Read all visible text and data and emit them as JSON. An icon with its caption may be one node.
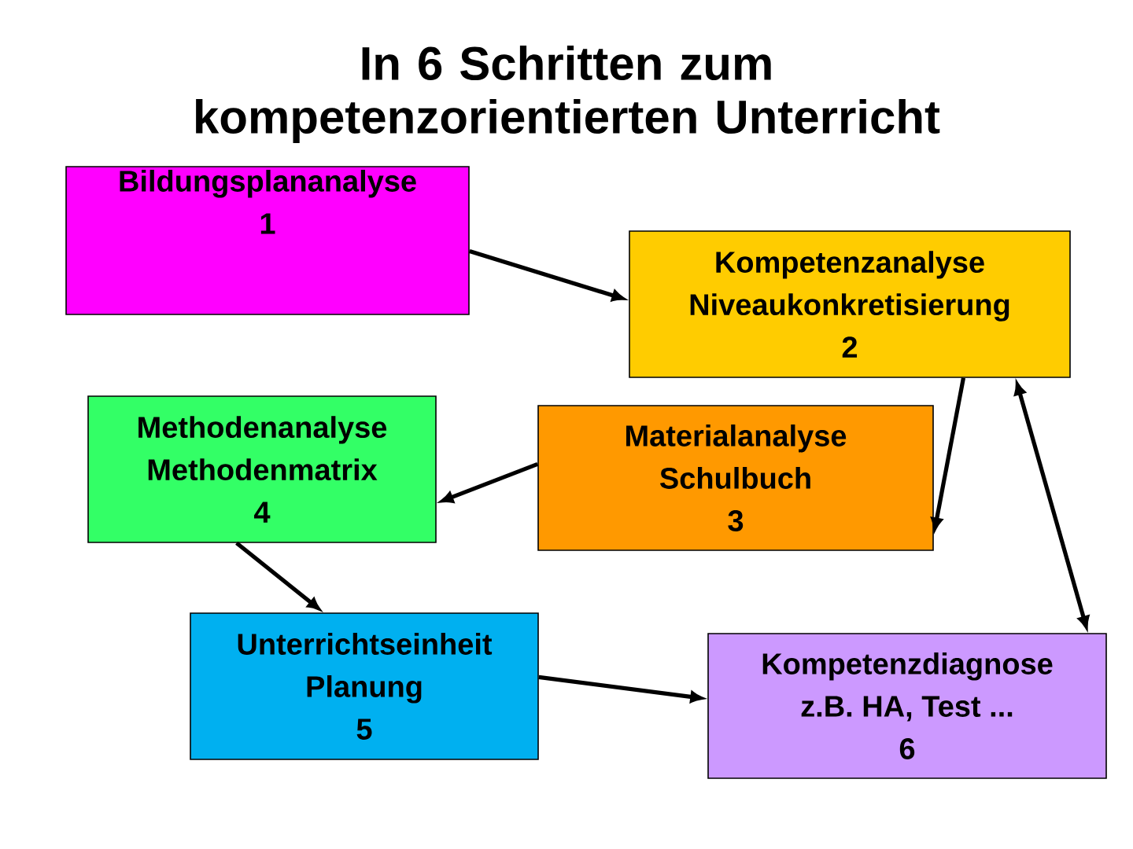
{
  "diagram": {
    "title": "In 6 Schritten zum kompetenzorientierten Unterricht",
    "nodes": [
      {
        "text": [
          "Bildungsplananalyse",
          "1"
        ]
      },
      {
        "text": [
          "Kompetenzanalyse",
          "Niveaukonkretisierung",
          "2"
        ]
      },
      {
        "text": [
          "Materialanalyse",
          "Schulbuch",
          "3"
        ]
      },
      {
        "text": [
          "Methodenanalyse",
          "Methodenmatrix",
          "4"
        ]
      },
      {
        "text": [
          "Unterrichtseinheit",
          "Planung",
          "5"
        ]
      },
      {
        "text": [
          "Kompetenzdiagnose",
          "z.B. HA, Test ...",
          "6"
        ]
      }
    ],
    "edges": [
      {
        "from": 0,
        "to": 1,
        "arrow": "to"
      },
      {
        "from": 1,
        "to": 2,
        "arrow": "to"
      },
      {
        "from": 2,
        "to": 3,
        "arrow": "to"
      },
      {
        "from": 3,
        "to": 4,
        "arrow": "to"
      },
      {
        "from": 4,
        "to": 5,
        "arrow": "to"
      },
      {
        "from": 1,
        "to": 5,
        "arrow": "both"
      }
    ]
  }
}
